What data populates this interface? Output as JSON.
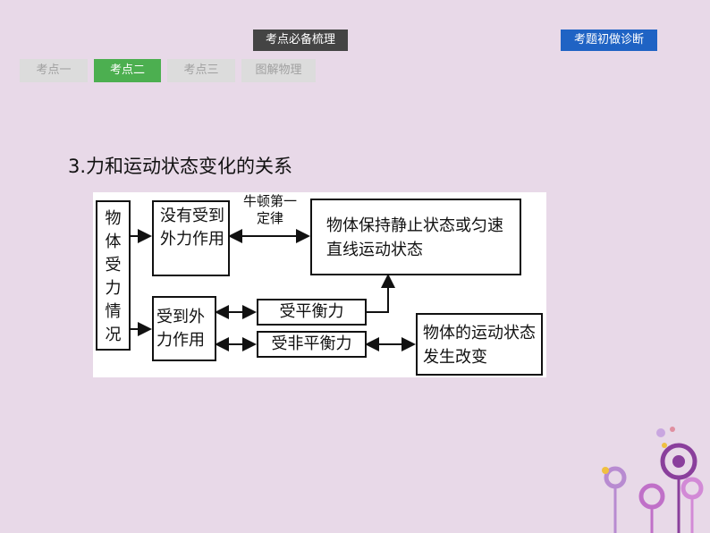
{
  "header": {
    "section_button": "考点必备梳理",
    "diagnosis_button": "考题初做诊断"
  },
  "tabs": [
    {
      "label": "考点一",
      "active": false
    },
    {
      "label": "考点二",
      "active": true
    },
    {
      "label": "考点三",
      "active": false
    },
    {
      "label": "图解物理",
      "active": false
    }
  ],
  "content": {
    "heading": "3.力和运动状态变化的关系",
    "diagram": {
      "root": "物体受力情况",
      "no_force": "没有受到外力作用",
      "law": "牛顿第一定律",
      "static_state": "物体保持静止状态或匀速直线运动状态",
      "with_force": "受到外力作用",
      "balanced": "受平衡力",
      "unbalanced": "受非平衡力",
      "changed_state": "物体的运动状态发生改变"
    }
  },
  "colors": {
    "background": "#e8d9e8",
    "active_tab": "#4caf50",
    "blue_button": "#1f63c4",
    "dark_button": "#444444"
  }
}
